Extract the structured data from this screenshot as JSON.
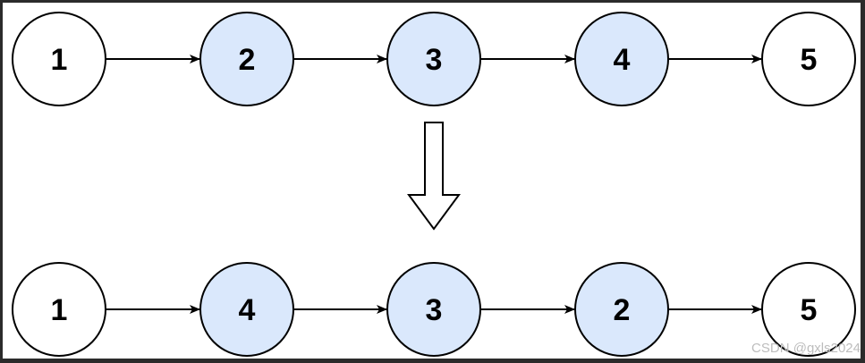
{
  "colors": {
    "background_frame": "#2b2b2b",
    "canvas": "#ffffff",
    "node_plain_fill": "#ffffff",
    "node_highlight_fill": "#dae8fc",
    "stroke": "#000000",
    "watermark": "#bdbdbd"
  },
  "diagram": {
    "top_row": [
      {
        "label": "1",
        "highlight": false
      },
      {
        "label": "2",
        "highlight": true
      },
      {
        "label": "3",
        "highlight": true
      },
      {
        "label": "4",
        "highlight": true
      },
      {
        "label": "5",
        "highlight": false
      }
    ],
    "bottom_row": [
      {
        "label": "1",
        "highlight": false
      },
      {
        "label": "4",
        "highlight": true
      },
      {
        "label": "3",
        "highlight": true
      },
      {
        "label": "2",
        "highlight": true
      },
      {
        "label": "5",
        "highlight": false
      }
    ],
    "transition_icon": "hollow-down-arrow-icon"
  },
  "watermark": {
    "text": "CSDN @gxls2024"
  }
}
